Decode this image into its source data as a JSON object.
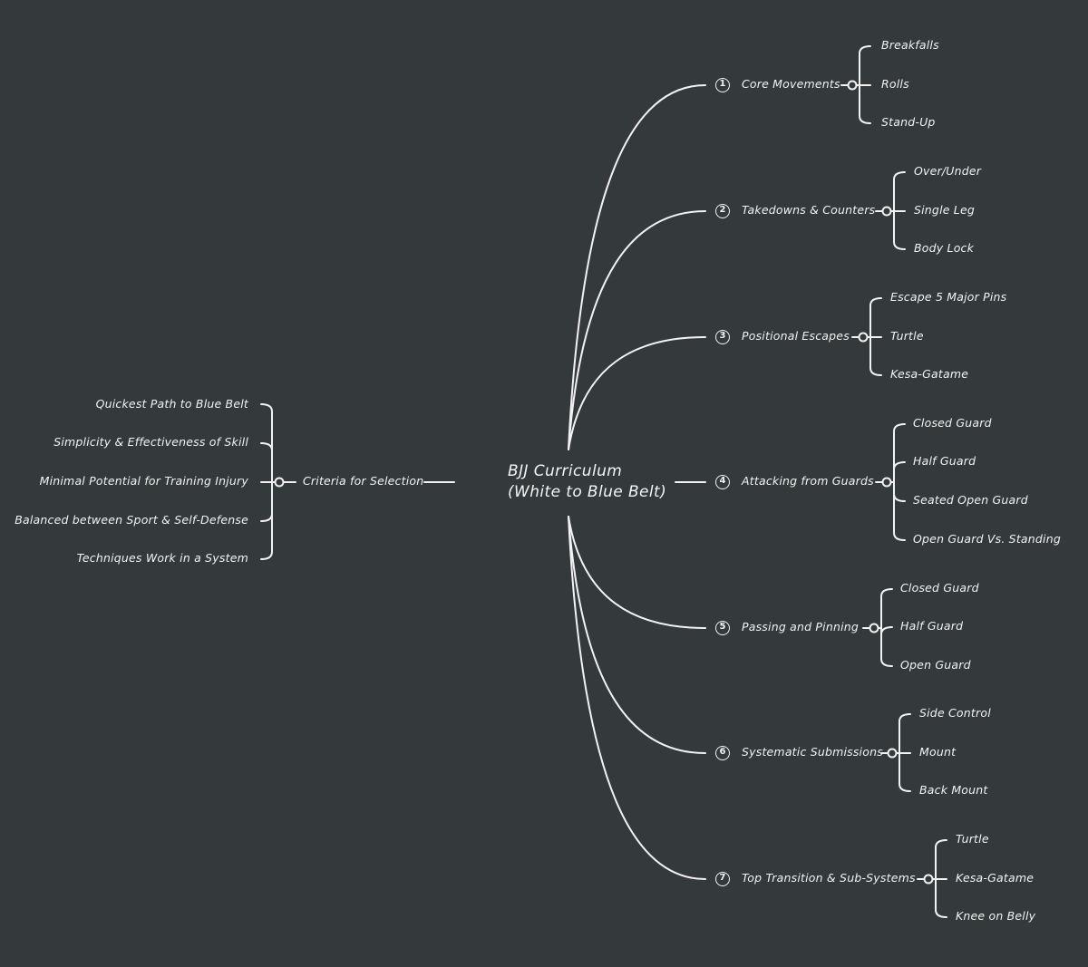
{
  "root": {
    "title_line1": "BJJ Curriculum",
    "title_line2": "(White to Blue Belt)"
  },
  "left_branch": {
    "label": "Criteria for Selection",
    "children": [
      "Quickest Path to Blue Belt",
      "Simplicity & Effectiveness of Skill",
      "Minimal Potential for Training Injury",
      "Balanced between Sport & Self-Defense",
      "Techniques Work in a System"
    ]
  },
  "branches": [
    {
      "number": "1",
      "label": "Core Movements",
      "children": [
        "Breakfalls",
        "Rolls",
        "Stand-Up"
      ]
    },
    {
      "number": "2",
      "label": "Takedowns & Counters",
      "children": [
        "Over/Under",
        "Single Leg",
        "Body Lock"
      ]
    },
    {
      "number": "3",
      "label": "Positional Escapes",
      "children": [
        "Escape 5 Major Pins",
        "Turtle",
        "Kesa-Gatame"
      ]
    },
    {
      "number": "4",
      "label": "Attacking from Guards",
      "children": [
        "Closed Guard",
        "Half Guard",
        "Seated Open Guard",
        "Open Guard Vs. Standing"
      ]
    },
    {
      "number": "5",
      "label": "Passing and Pinning",
      "children": [
        "Closed Guard",
        "Half Guard",
        "Open Guard"
      ]
    },
    {
      "number": "6",
      "label": "Systematic Submissions",
      "children": [
        "Side Control",
        "Mount",
        "Back Mount"
      ]
    },
    {
      "number": "7",
      "label": "Top Transition & Sub-Systems",
      "children": [
        "Turtle",
        "Kesa-Gatame",
        "Knee on Belly"
      ]
    }
  ],
  "colors": {
    "background": "#343a3c",
    "line": "#f2f2f2",
    "text": "#f2f2f2"
  }
}
